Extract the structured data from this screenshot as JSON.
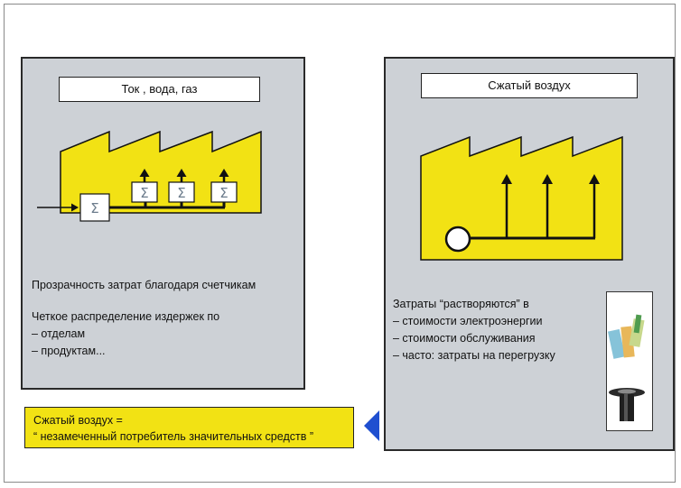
{
  "left_panel": {
    "title": "Ток , вода, газ",
    "transparency_text": "Прозрачность затрат благодаря счетчикам",
    "distribution_heading": "Четкое распределение  издержек по",
    "distribution_items": [
      "– отделам",
      "– продуктам..."
    ],
    "meter_symbol": "Σ"
  },
  "right_panel": {
    "title": "Сжатый воздух",
    "costs_heading": "Затраты “растворяются” в",
    "cost_items": [
      "– стоимости электроэнергии",
      "– стоимости обслуживания",
      "– часто: затраты на перегрузку"
    ]
  },
  "note": {
    "line1": "Сжатый воздух =",
    "line2": "“ незамеченный потребитель значительных  средств ”"
  },
  "colors": {
    "factory_yellow": "#f2e214",
    "panel_gray": "#cdd1d6",
    "pointer_blue": "#1f4fd0",
    "outline": "#111111"
  }
}
